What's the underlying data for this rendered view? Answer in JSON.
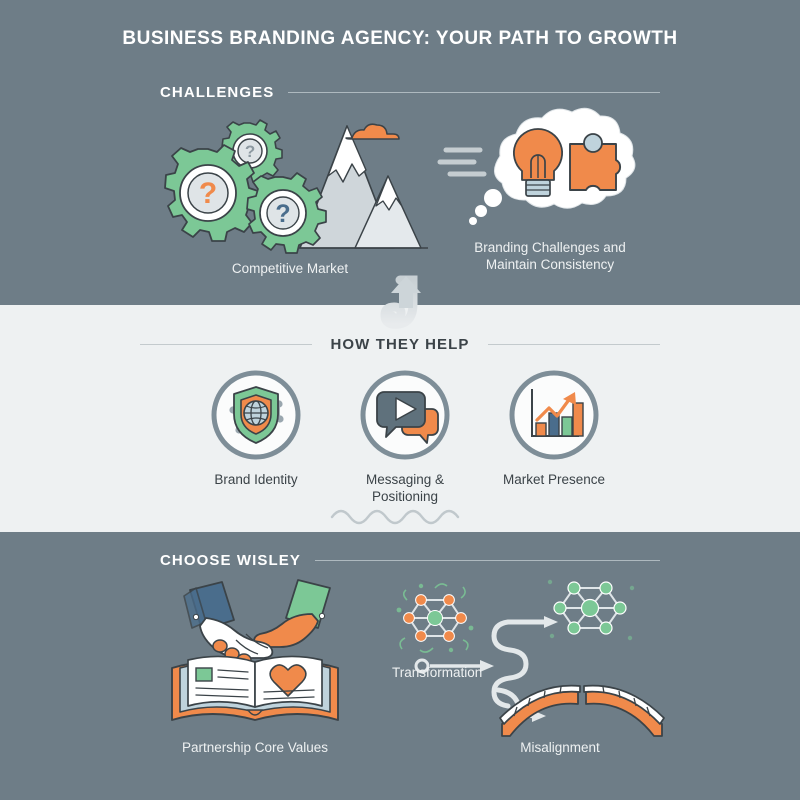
{
  "title": "BUSINESS BRANDING AGENCY: YOUR PATH TO GROWTH",
  "colors": {
    "band_dark": "#6e7d87",
    "band_light": "#eef1f2",
    "orange": "#f08a4b",
    "green": "#7cc896",
    "blue": "#4a6d8c",
    "slate": "#566c7a",
    "white": "#ffffff",
    "text_light": "#eef1f2",
    "text_dark": "#3b4348"
  },
  "sections": {
    "challenges": {
      "header": "CHALLENGES",
      "items": [
        {
          "label": "Competitive Market",
          "icon": "gears-questions-mountain-icon"
        },
        {
          "label": "Branding Challenges and\nMaintain Consistency",
          "label_line1": "Branding Challenges and",
          "label_line2": "Maintain Consistency",
          "icon": "thought-cloud-lightbulb-puzzle-icon"
        }
      ]
    },
    "how_they_help": {
      "header": "HOW THEY HELP",
      "items": [
        {
          "label": "Brand Identity",
          "label_line1": "Brand Identity",
          "label_line2": "",
          "icon": "shield-globe-network-icon"
        },
        {
          "label": "Messaging & Positioning",
          "label_line1": "Messaging &",
          "label_line2": "Positioning",
          "icon": "speech-bubbles-play-icon"
        },
        {
          "label": "Market Presence",
          "label_line1": "Market Presence",
          "label_line2": "",
          "icon": "bar-chart-growth-arrow-icon"
        }
      ]
    },
    "choose_wisley": {
      "header": "CHOOSE WISLEY",
      "items": [
        {
          "label": "Partnership Core Values",
          "icon": "handshake-open-book-heart-icon"
        },
        {
          "label": "Transformation",
          "icon": "molecule-network-path-icon"
        },
        {
          "label": "Misalignment",
          "icon": "broken-bridge-icon"
        }
      ]
    }
  },
  "decorations": {
    "up_arrow": "curled-up-arrow-icon",
    "wavy_divider": "wavy-line-divider-icon"
  }
}
